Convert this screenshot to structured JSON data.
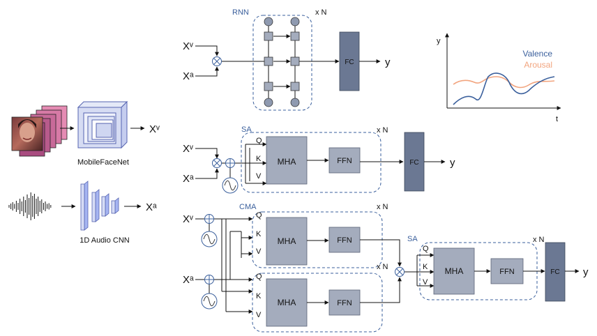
{
  "colors": {
    "block_fill": "#a4acbd",
    "fc_fill": "#6b7893",
    "dashed_border": "#3a5f9c",
    "title_blue": "#3a5f9c",
    "valence_color": "#3a5f9c",
    "arousal_color": "#f2a47e"
  },
  "icons": [
    "video-frames-icon",
    "audio-waveform-icon",
    "cnn-3d-icon",
    "cnn-1d-icon",
    "multiply-icon",
    "add-icon",
    "positional-encoding-icon"
  ],
  "left": {
    "x_video": "Xᵛ",
    "x_audio": "Xᵃ",
    "face_net_label": "MobileFaceNet",
    "audio_cnn_label": "1D Audio CNN"
  },
  "rnn": {
    "title": "RNN",
    "repeat": "x N",
    "input_v": "Xᵛ",
    "input_a": "Xᵃ",
    "fc": "FC",
    "output": "y"
  },
  "plot": {
    "ylabel": "y",
    "xlabel": "t",
    "legend_valence": "Valence",
    "legend_arousal": "Arousal"
  },
  "sa": {
    "title": "SA",
    "repeat": "x N",
    "input_v": "Xᵛ",
    "input_a": "Xᵃ",
    "q": "Q",
    "k": "K",
    "v": "V",
    "mha": "MHA",
    "ffn": "FFN",
    "fc": "FC",
    "output": "y"
  },
  "cma": {
    "title": "CMA",
    "repeat_top": "x N",
    "repeat_bottom": "x N",
    "input_v": "Xᵛ",
    "input_a": "Xᵃ",
    "top": {
      "q": "Q",
      "k": "K",
      "v": "V",
      "mha": "MHA",
      "ffn": "FFN"
    },
    "bottom": {
      "q": "Q",
      "k": "K",
      "v": "V",
      "mha": "MHA",
      "ffn": "FFN"
    },
    "sa_title": "SA",
    "sa_repeat": "x N",
    "sa": {
      "q": "Q",
      "k": "K",
      "v": "V",
      "mha": "MHA",
      "ffn": "FFN"
    },
    "fc": "FC",
    "output": "y"
  }
}
